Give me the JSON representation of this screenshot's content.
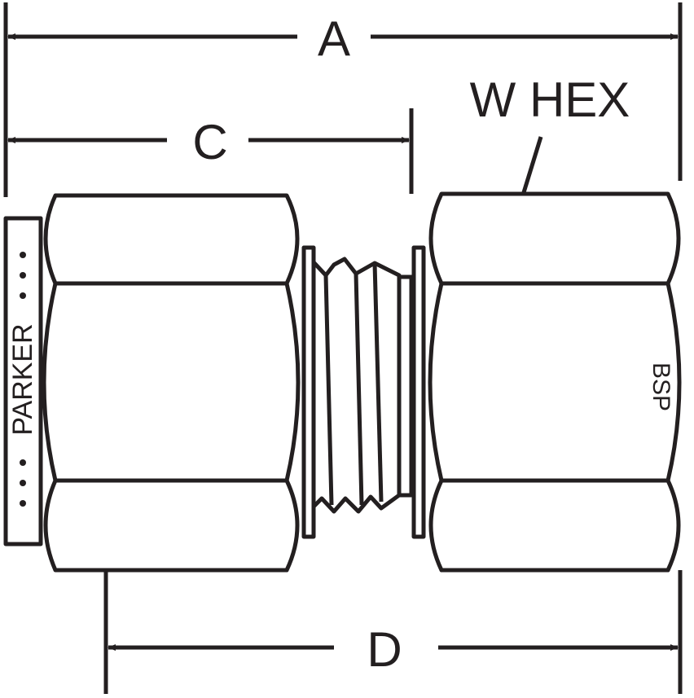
{
  "labels": {
    "dim_a": "A",
    "dim_c": "C",
    "dim_d": "D",
    "w_hex": "W HEX",
    "brand": "PARKER",
    "thread_mark": "BSP"
  },
  "colors": {
    "line": "#231f20",
    "background": "#ffffff"
  }
}
